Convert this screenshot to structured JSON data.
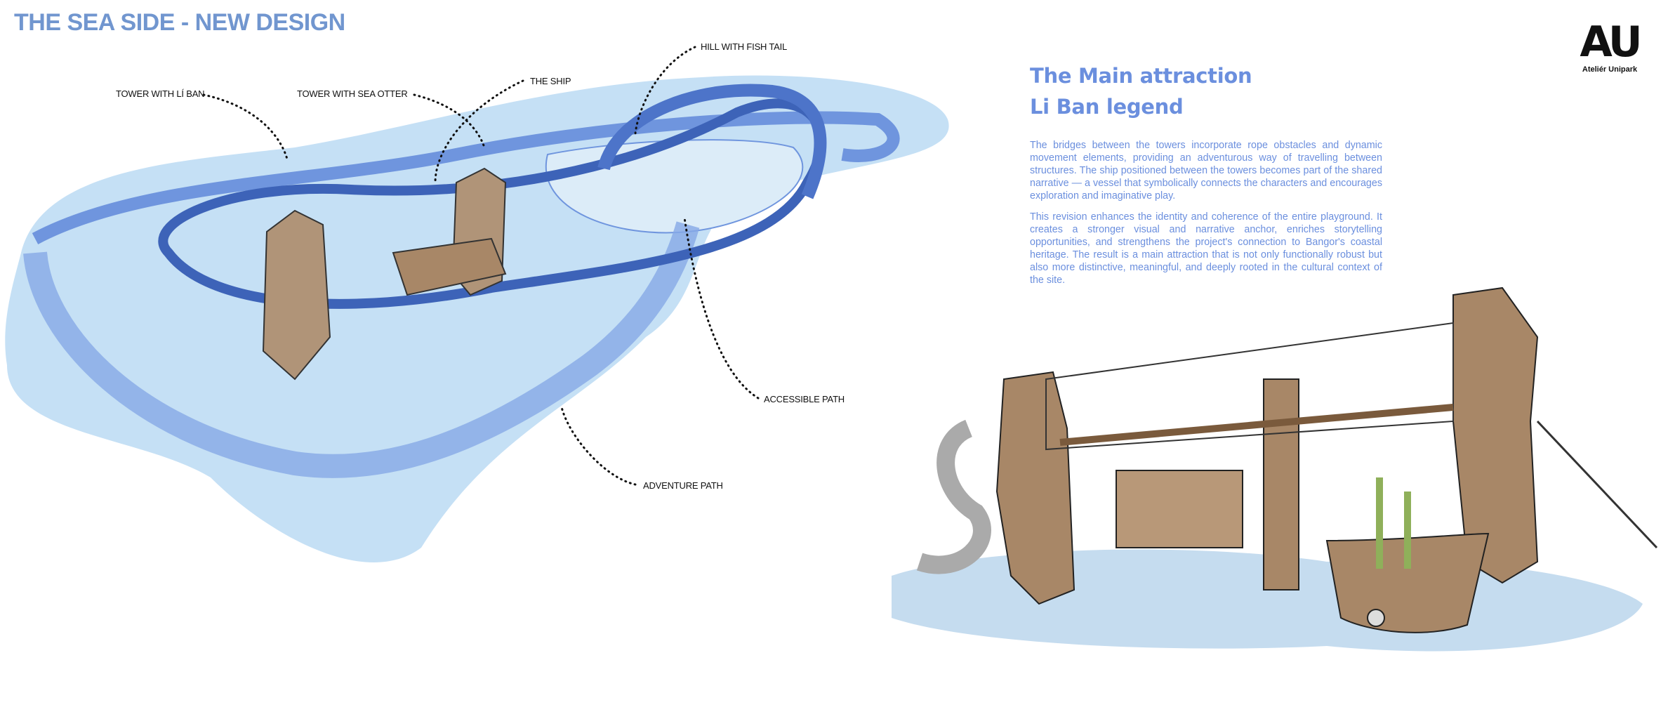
{
  "title": "THE SEA SIDE - NEW DESIGN",
  "labels": {
    "tower_li_ban": "TOWER WITH LÍ BAN",
    "tower_sea_otter": "TOWER WITH SEA OTTER",
    "the_ship": "THE SHIP",
    "hill_fish_tail": "HILL WITH FISH TAIL",
    "accessible_path": "ACCESSIBLE PATH",
    "adventure_path": "ADVENTURE PATH"
  },
  "logo": {
    "mark": "AU",
    "name": "Ateliér Unipark"
  },
  "section": {
    "heading1": "The Main attraction",
    "heading2": "Li Ban legend",
    "paragraphs": [
      "The bridges between the towers incorporate rope obstacles and dynamic movement elements, providing an adventurous way of travelling between structures. The ship positioned between the towers becomes part of the shared narrative — a vessel that symbolically connects the characters and encourages exploration and imaginative play.",
      "This revision enhances the identity and coherence of the entire playground. It creates a stronger visual and narrative anchor, enriches storytelling opportunities, and strengthens the project's connection to Bangor's coastal heritage. The result is a main attraction that is not only functionally robust but also more distinctive, meaningful, and deeply rooted in the cultural context of the site."
    ]
  },
  "colors": {
    "accent": "#6b8fde",
    "title": "#7196cf",
    "water": "#c5e0f5",
    "path": "#6f95de",
    "wood": "#a88767"
  }
}
